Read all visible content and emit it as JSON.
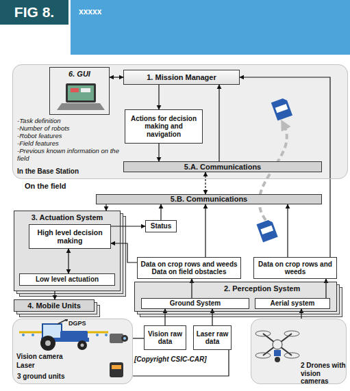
{
  "diagram": {
    "title": "FIG 8.",
    "caption": "xxxxx",
    "nodes": [
      {
        "text": [
          "-Task definition",
          "-Number of robots",
          "-Robot features",
          "-Field features",
          "-Previous known information on the field",
          "In the Base Station"
        ]
      },
      {
        "text": [
          "6. GUI"
        ],
        "in": 0
      },
      {
        "text": [
          "1. Mission Manager"
        ],
        "in": 0
      },
      {
        "text": [
          "Actions for decision making and navigation"
        ],
        "in": 0
      },
      {
        "text": [
          "5.A. Communications"
        ],
        "in": 0
      },
      {
        "text": [
          "5.B. Communications"
        ]
      },
      {
        "text": [
          "3. Actuation System"
        ]
      },
      {
        "text": [
          "High level decision making"
        ],
        "in": 6
      },
      {
        "text": [
          "Low level actuation"
        ],
        "in": 6
      },
      {
        "text": [
          "Status"
        ]
      },
      {
        "text": [
          "Data on crop rows and weeds Data on field obstacles"
        ]
      },
      {
        "text": [
          "Data on crop rows and weeds"
        ]
      },
      {
        "text": [
          "2. Perception System"
        ]
      },
      {
        "text": [
          "Ground System"
        ],
        "in": 12
      },
      {
        "text": [
          "Aerial system"
        ],
        "in": 12
      },
      {
        "text": [
          "4. Mobile Units"
        ]
      },
      {
        "text": [
          "3 ground units"
        ]
      },
      {
        "text": [
          "Vision raw data"
        ]
      },
      {
        "text": [
          "Laser raw data"
        ]
      },
      {
        "text": [
          "2 Drones with vision cameras"
        ]
      }
    ],
    "edges": [
      {
        "from": 1,
        "to": 2,
        "arrow": "both"
      },
      {
        "from": 2,
        "to": 3,
        "arrow": "to"
      },
      {
        "from": 3,
        "to": 4,
        "arrow": "to"
      },
      {
        "from": 4,
        "to": 2,
        "arrow": "to"
      },
      {
        "from": 4,
        "to": 5,
        "arrow": "both"
      },
      {
        "from": 11,
        "to": 2,
        "arrow": "to"
      },
      {
        "from": 5,
        "to": 6,
        "arrow": "to"
      },
      {
        "from": 7,
        "to": 9,
        "arrow": "to"
      },
      {
        "from": 9,
        "to": 5,
        "arrow": "to"
      },
      {
        "from": 10,
        "to": 7,
        "arrow": "to"
      },
      {
        "from": 10,
        "to": 5,
        "arrow": "to"
      },
      {
        "from": 11,
        "to": 5,
        "arrow": "to"
      },
      {
        "from": 13,
        "to": 10,
        "arrow": "to"
      },
      {
        "from": 14,
        "to": 11,
        "arrow": "to"
      },
      {
        "from": 7,
        "to": 8,
        "arrow": "both"
      },
      {
        "from": 6,
        "to": 15,
        "arrow": "to"
      },
      {
        "from": 17,
        "to": 13,
        "arrow": "to"
      },
      {
        "from": 18,
        "to": 13,
        "arrow": "to"
      },
      {
        "from": 16,
        "to": 17,
        "arrow": "none"
      },
      {
        "from": 16,
        "to": 18,
        "arrow": "none"
      },
      {
        "from": 19,
        "to": 14,
        "arrow": "to"
      }
    ],
    "labels": [
      "On the field",
      "DGPS",
      "Vision camera",
      "Laser",
      "[Copyright CSIC-CAR]"
    ]
  }
}
